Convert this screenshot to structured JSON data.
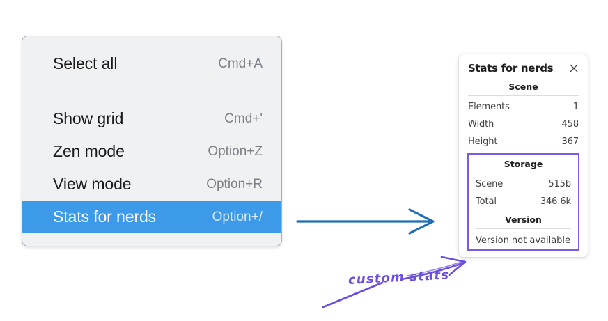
{
  "canvas": {
    "background": "#ffffff"
  },
  "context_menu": {
    "name": "context-menu",
    "background": "#eff1f3",
    "highlight_color": "#3d9ae8",
    "sections": [
      {
        "items": [
          {
            "label": "Select all",
            "shortcut": "Cmd+A",
            "selected": false
          }
        ]
      },
      {
        "items": [
          {
            "label": "Show grid",
            "shortcut": "Cmd+'",
            "selected": false
          },
          {
            "label": "Zen mode",
            "shortcut": "Option+Z",
            "selected": false
          },
          {
            "label": "View mode",
            "shortcut": "Option+R",
            "selected": false
          },
          {
            "label": "Stats for nerds",
            "shortcut": "Option+/",
            "selected": true
          }
        ]
      }
    ]
  },
  "stats_panel": {
    "title": "Stats for nerds",
    "close_icon": "close-icon",
    "scene": {
      "heading": "Scene",
      "rows": [
        {
          "key": "Elements",
          "value": "1"
        },
        {
          "key": "Width",
          "value": "458"
        },
        {
          "key": "Height",
          "value": "367"
        }
      ]
    },
    "custom_group": {
      "highlight_color": "#7b5ce0",
      "storage": {
        "heading": "Storage",
        "rows": [
          {
            "key": "Scene",
            "value": "515b"
          },
          {
            "key": "Total",
            "value": "346.6k"
          }
        ]
      },
      "version": {
        "heading": "Version",
        "note": "Version not available"
      }
    }
  },
  "annotations": {
    "label": "custom stats",
    "label_color": "#6b4de0",
    "flow_arrow_color": "#1f6db5"
  }
}
